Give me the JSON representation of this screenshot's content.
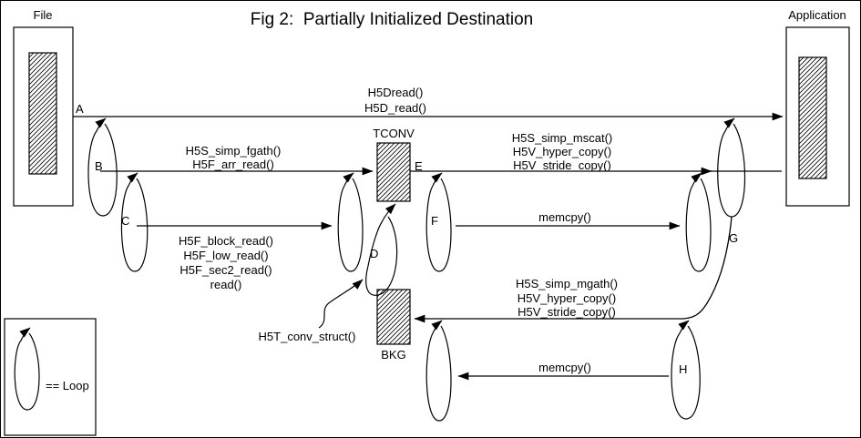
{
  "title": "Fig 2:  Partially Initialized Destination",
  "colors": {
    "ink": "#000000",
    "paper": "#ffffff"
  },
  "endpoints": {
    "file": "File",
    "application": "Application"
  },
  "buffers": {
    "tconv": "TCONV",
    "bkg": "BKG"
  },
  "markers": {
    "a": "A",
    "b": "B",
    "c": "C",
    "d": "D",
    "e": "E",
    "f": "F",
    "g": "G",
    "h": "H"
  },
  "calls": {
    "dread": [
      "H5Dread()",
      "H5D_read()"
    ],
    "fgath": [
      "H5S_simp_fgath()",
      "H5F_arr_read()"
    ],
    "mscat": [
      "H5S_simp_mscat()",
      "H5V_hyper_copy()",
      "H5V_stride_copy()"
    ],
    "block_read": [
      "H5F_block_read()",
      "H5F_low_read()",
      "H5F_sec2_read()",
      "read()"
    ],
    "memcpy_top": "memcpy()",
    "mgath": [
      "H5S_simp_mgath()",
      "H5V_hyper_copy()",
      "H5V_stride_copy()"
    ],
    "memcpy_bottom": "memcpy()",
    "conv": "H5T_conv_struct()"
  },
  "legend": {
    "loop": "== Loop"
  }
}
